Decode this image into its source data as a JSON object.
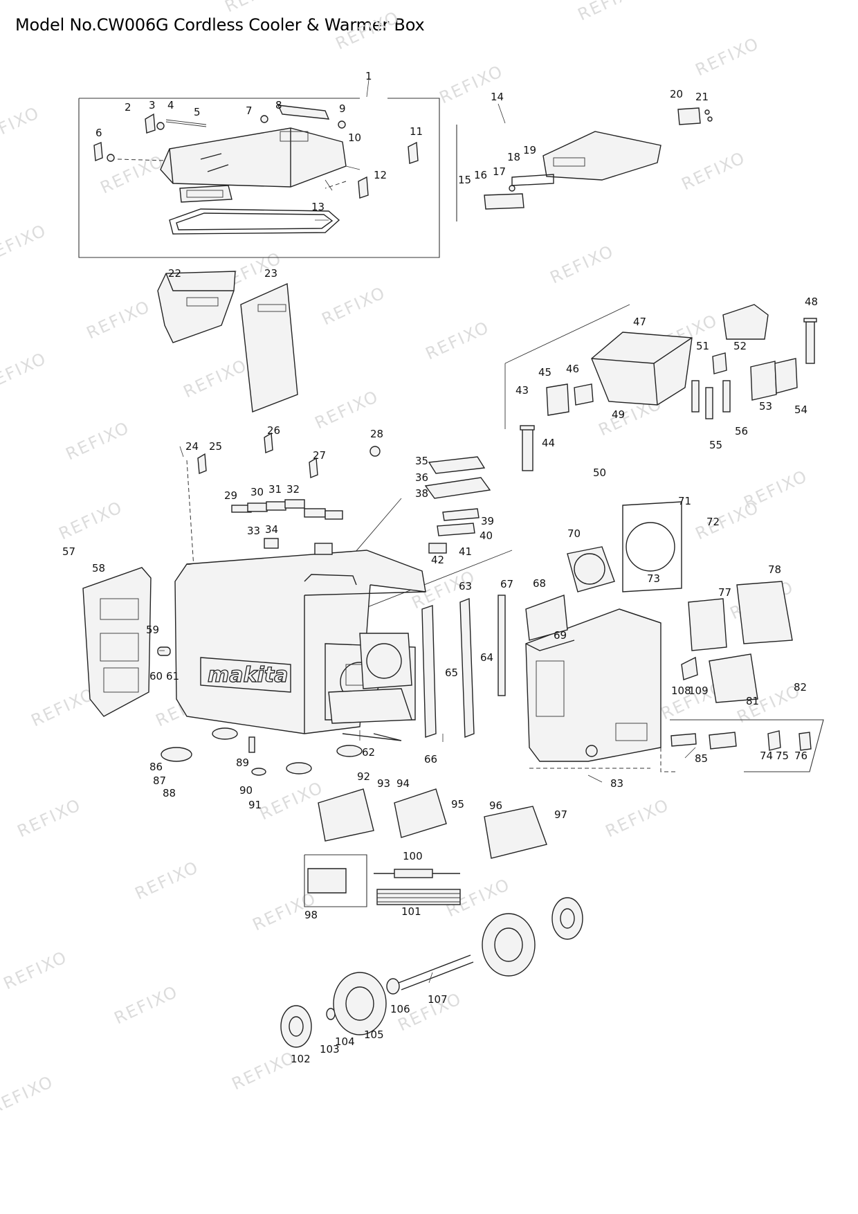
{
  "title": "Model No.CW006G Cordless Cooler & Warmer Box",
  "watermark": "REFIXO",
  "brand_logo": "makita",
  "part_numbers": [
    "1",
    "2",
    "3",
    "4",
    "5",
    "6",
    "7",
    "8",
    "9",
    "10",
    "11",
    "12",
    "13",
    "14",
    "15",
    "16",
    "17",
    "18",
    "19",
    "20",
    "21",
    "22",
    "23",
    "24",
    "25",
    "26",
    "27",
    "28",
    "29",
    "30",
    "31",
    "32",
    "33",
    "34",
    "35",
    "36",
    "38",
    "39",
    "40",
    "41",
    "42",
    "43",
    "44",
    "45",
    "46",
    "47",
    "48",
    "49",
    "50",
    "51",
    "52",
    "53",
    "54",
    "55",
    "56",
    "57",
    "58",
    "59",
    "60",
    "61",
    "62",
    "63",
    "64",
    "65",
    "66",
    "67",
    "68",
    "69",
    "70",
    "71",
    "72",
    "73",
    "74",
    "75",
    "76",
    "77",
    "78",
    "81",
    "82",
    "83",
    "85",
    "86",
    "87",
    "88",
    "89",
    "90",
    "91",
    "92",
    "93",
    "94",
    "95",
    "96",
    "97",
    "98",
    "100",
    "101",
    "102",
    "103",
    "104",
    "105",
    "106",
    "107",
    "108",
    "109"
  ]
}
